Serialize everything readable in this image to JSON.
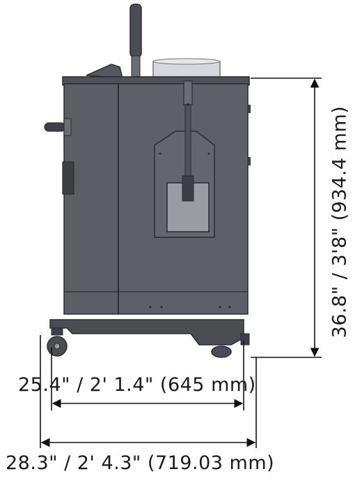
{
  "dimensions": {
    "height": "36.8\" / 3'8\" (934.4 mm)",
    "depth_inner": "25.4\" / 2' 1.4\" (645 mm)",
    "depth_outer": "28.3\" / 2' 4.3\" (719.03 mm)"
  },
  "colors": {
    "body": "#5b5e65",
    "body_dark": "#3c3f45",
    "outline": "#2a2c30",
    "panel_light": "#9a9ca2",
    "dimension_line": "#111111"
  }
}
